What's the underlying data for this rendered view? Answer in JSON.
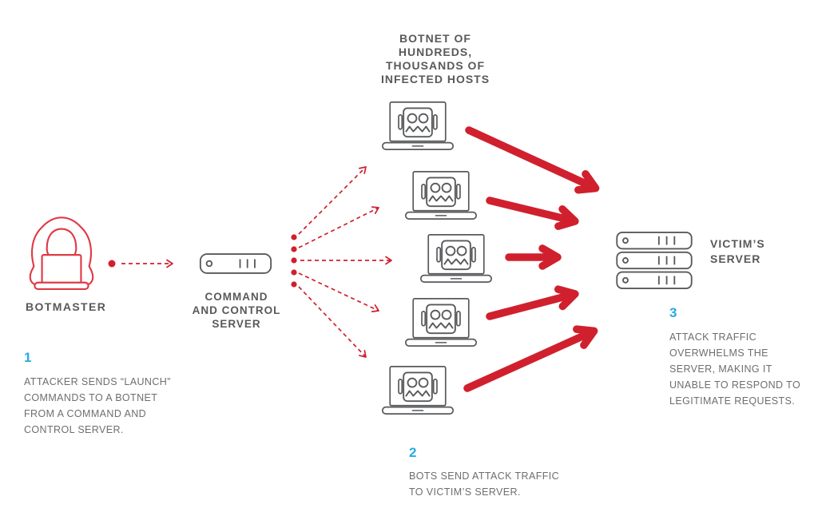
{
  "diagram": {
    "title_semantic": "ddos-botnet-attack-flow",
    "colors": {
      "attack_red": "#D0202E",
      "icon_gray": "#58595B",
      "heading_gray": "#58595B",
      "body_gray": "#6D6E71",
      "step_blue": "#29ABE2",
      "background": "#FFFFFF"
    },
    "botmaster": {
      "label": "BOTMASTER",
      "icon": "hooded-attacker-laptop-icon"
    },
    "cnc_server": {
      "label": "COMMAND\nAND CONTROL\nSERVER",
      "icon": "server-unit-icon"
    },
    "botnet": {
      "header": "BOTNET OF\nHUNDREDS,\nTHOUSANDS OF\nINFECTED HOSTS",
      "host_count": 5,
      "icon": "bot-laptop-icon"
    },
    "victim": {
      "label": "VICTIM’S\nSERVER",
      "icon": "server-stack-icon"
    },
    "steps": [
      {
        "number": "1",
        "text": "ATTACKER SENDS “LAUNCH”\nCOMMANDS TO A BOTNET\nFROM A COMMAND AND\nCONTROL SERVER."
      },
      {
        "number": "2",
        "text": "BOTS SEND ATTACK TRAFFIC\nTO VICTIM’S SERVER."
      },
      {
        "number": "3",
        "text": "ATTACK TRAFFIC\nOVERWHELMS THE\nSERVER, MAKING IT\nUNABLE TO RESPOND TO\nLEGITIMATE REQUESTS."
      }
    ]
  }
}
